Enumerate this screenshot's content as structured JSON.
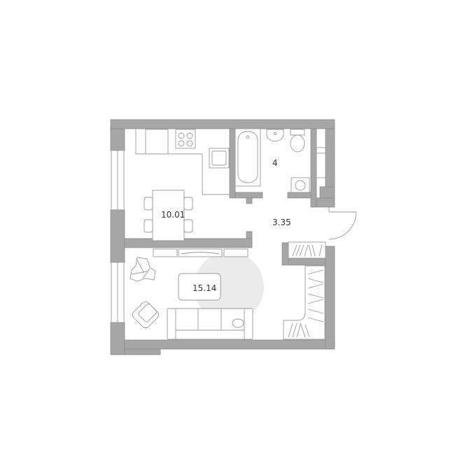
{
  "plan": {
    "rooms": [
      {
        "name": "kitchen",
        "area": "10.01"
      },
      {
        "name": "bathroom",
        "area": "4"
      },
      {
        "name": "hallway",
        "area": "3.35"
      },
      {
        "name": "living-room",
        "area": "15.14"
      }
    ],
    "colors": {
      "wall": "#a6a6a6",
      "accent_circle": "#ebebeb",
      "line": "#9a9a9a"
    }
  }
}
